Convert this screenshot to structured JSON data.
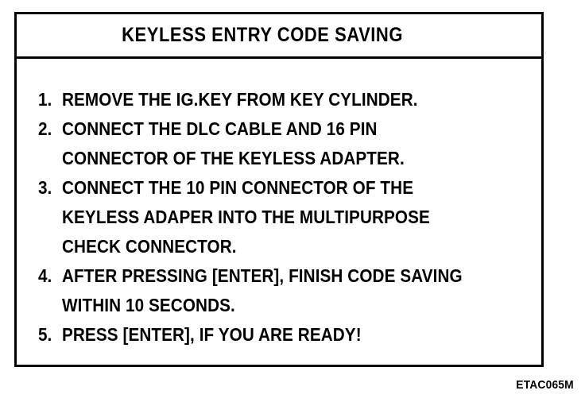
{
  "figure": {
    "title": "KEYLESS ENTRY CODE SAVING",
    "caption_code": "ETAC065M",
    "colors": {
      "ink": "#000000",
      "paper": "#ffffff"
    }
  },
  "instructions": [
    {
      "number": "1.",
      "lines": [
        "REMOVE THE IG.KEY FROM KEY CYLINDER."
      ]
    },
    {
      "number": "2.",
      "lines": [
        "CONNECT THE DLC CABLE AND 16 PIN",
        "CONNECTOR OF THE KEYLESS ADAPTER."
      ]
    },
    {
      "number": "3.",
      "lines": [
        "CONNECT THE 10 PIN CONNECTOR OF THE",
        "KEYLESS ADAPER INTO THE MULTIPURPOSE",
        "CHECK CONNECTOR."
      ]
    },
    {
      "number": "4.",
      "lines": [
        "AFTER PRESSING [ENTER], FINISH CODE SAVING",
        "WITHIN 10 SECONDS."
      ]
    },
    {
      "number": "5.",
      "lines": [
        "PRESS [ENTER], IF YOU ARE READY!"
      ]
    }
  ],
  "flat_lines": [
    {
      "num": "1.",
      "text": "REMOVE THE IG.KEY FROM KEY CYLINDER.",
      "cont": false
    },
    {
      "num": "2.",
      "text": "CONNECT THE DLC CABLE AND 16 PIN",
      "cont": false
    },
    {
      "num": "",
      "text": "CONNECTOR OF THE KEYLESS ADAPTER.",
      "cont": true
    },
    {
      "num": "3.",
      "text": "CONNECT THE 10 PIN CONNECTOR OF THE",
      "cont": false
    },
    {
      "num": "",
      "text": "KEYLESS ADAPER INTO THE MULTIPURPOSE",
      "cont": true
    },
    {
      "num": "",
      "text": "CHECK CONNECTOR.",
      "cont": true
    },
    {
      "num": "4.",
      "text": "AFTER PRESSING [ENTER], FINISH CODE SAVING",
      "cont": false
    },
    {
      "num": "",
      "text": "WITHIN 10 SECONDS.",
      "cont": true
    },
    {
      "num": "5.",
      "text": "PRESS [ENTER], IF YOU ARE READY!",
      "cont": false
    }
  ]
}
